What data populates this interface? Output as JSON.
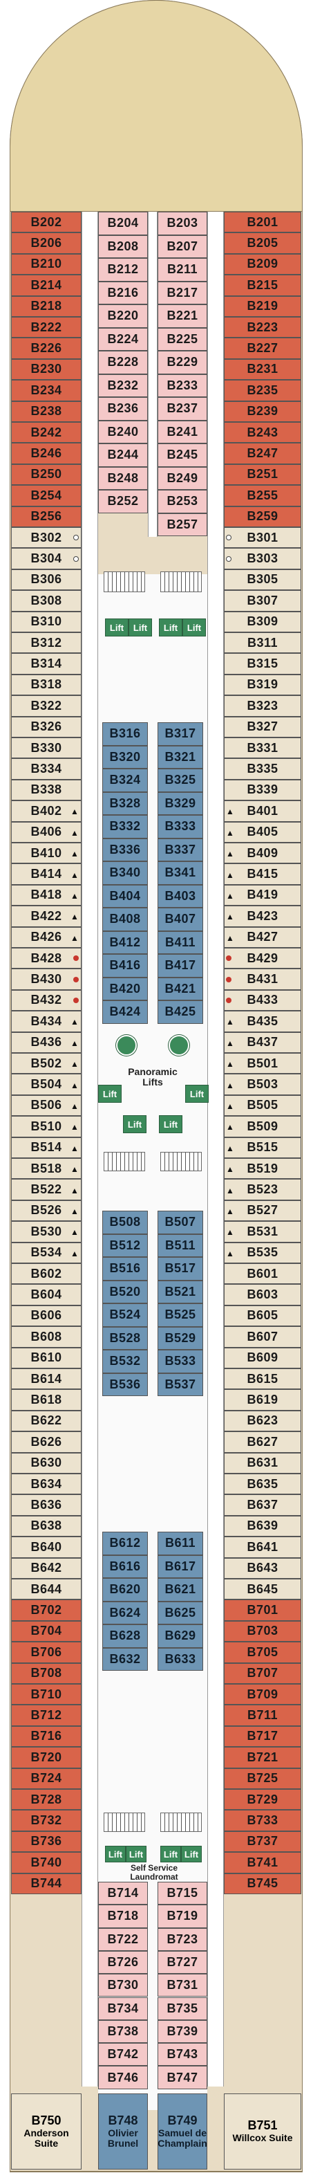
{
  "colors": {
    "red": "#d9644a",
    "pink": "#f4c8c8",
    "beige": "#ece3cf",
    "blue": "#6e95b4",
    "lift": "#3b8a5a",
    "bow": "#e6d6a6"
  },
  "outer_left": [
    {
      "n": "B202",
      "c": "red"
    },
    {
      "n": "B206",
      "c": "red"
    },
    {
      "n": "B210",
      "c": "red"
    },
    {
      "n": "B214",
      "c": "red"
    },
    {
      "n": "B218",
      "c": "red"
    },
    {
      "n": "B222",
      "c": "red"
    },
    {
      "n": "B226",
      "c": "red"
    },
    {
      "n": "B230",
      "c": "red"
    },
    {
      "n": "B234",
      "c": "red"
    },
    {
      "n": "B238",
      "c": "red"
    },
    {
      "n": "B242",
      "c": "red"
    },
    {
      "n": "B246",
      "c": "red"
    },
    {
      "n": "B250",
      "c": "red"
    },
    {
      "n": "B254",
      "c": "red"
    },
    {
      "n": "B256",
      "c": "red"
    },
    {
      "n": "B302",
      "c": "beige",
      "m": "open"
    },
    {
      "n": "B304",
      "c": "beige",
      "m": "open"
    },
    {
      "n": "B306",
      "c": "beige"
    },
    {
      "n": "B308",
      "c": "beige"
    },
    {
      "n": "B310",
      "c": "beige"
    },
    {
      "n": "B312",
      "c": "beige"
    },
    {
      "n": "B314",
      "c": "beige"
    },
    {
      "n": "B318",
      "c": "beige"
    },
    {
      "n": "B322",
      "c": "beige"
    },
    {
      "n": "B326",
      "c": "beige"
    },
    {
      "n": "B330",
      "c": "beige"
    },
    {
      "n": "B334",
      "c": "beige"
    },
    {
      "n": "B338",
      "c": "beige"
    },
    {
      "n": "B402",
      "c": "beige",
      "m": "tri"
    },
    {
      "n": "B406",
      "c": "beige",
      "m": "tri"
    },
    {
      "n": "B410",
      "c": "beige",
      "m": "tri"
    },
    {
      "n": "B414",
      "c": "beige",
      "m": "tri"
    },
    {
      "n": "B418",
      "c": "beige",
      "m": "tri"
    },
    {
      "n": "B422",
      "c": "beige",
      "m": "tri"
    },
    {
      "n": "B426",
      "c": "beige",
      "m": "tri"
    },
    {
      "n": "B428",
      "c": "beige",
      "m": "red"
    },
    {
      "n": "B430",
      "c": "beige",
      "m": "red"
    },
    {
      "n": "B432",
      "c": "beige",
      "m": "red"
    },
    {
      "n": "B434",
      "c": "beige",
      "m": "tri"
    },
    {
      "n": "B436",
      "c": "beige",
      "m": "tri"
    },
    {
      "n": "B502",
      "c": "beige",
      "m": "tri"
    },
    {
      "n": "B504",
      "c": "beige",
      "m": "tri"
    },
    {
      "n": "B506",
      "c": "beige",
      "m": "tri"
    },
    {
      "n": "B510",
      "c": "beige",
      "m": "tri"
    },
    {
      "n": "B514",
      "c": "beige",
      "m": "tri"
    },
    {
      "n": "B518",
      "c": "beige",
      "m": "tri"
    },
    {
      "n": "B522",
      "c": "beige",
      "m": "tri"
    },
    {
      "n": "B526",
      "c": "beige",
      "m": "tri"
    },
    {
      "n": "B530",
      "c": "beige",
      "m": "tri"
    },
    {
      "n": "B534",
      "c": "beige",
      "m": "tri"
    },
    {
      "n": "B602",
      "c": "beige"
    },
    {
      "n": "B604",
      "c": "beige"
    },
    {
      "n": "B606",
      "c": "beige"
    },
    {
      "n": "B608",
      "c": "beige"
    },
    {
      "n": "B610",
      "c": "beige"
    },
    {
      "n": "B614",
      "c": "beige"
    },
    {
      "n": "B618",
      "c": "beige"
    },
    {
      "n": "B622",
      "c": "beige"
    },
    {
      "n": "B626",
      "c": "beige"
    },
    {
      "n": "B630",
      "c": "beige"
    },
    {
      "n": "B634",
      "c": "beige"
    },
    {
      "n": "B636",
      "c": "beige"
    },
    {
      "n": "B638",
      "c": "beige"
    },
    {
      "n": "B640",
      "c": "beige"
    },
    {
      "n": "B642",
      "c": "beige"
    },
    {
      "n": "B644",
      "c": "beige"
    },
    {
      "n": "B702",
      "c": "red"
    },
    {
      "n": "B704",
      "c": "red"
    },
    {
      "n": "B706",
      "c": "red"
    },
    {
      "n": "B708",
      "c": "red"
    },
    {
      "n": "B710",
      "c": "red"
    },
    {
      "n": "B712",
      "c": "red"
    },
    {
      "n": "B716",
      "c": "red"
    },
    {
      "n": "B720",
      "c": "red"
    },
    {
      "n": "B724",
      "c": "red"
    },
    {
      "n": "B728",
      "c": "red"
    },
    {
      "n": "B732",
      "c": "red"
    },
    {
      "n": "B736",
      "c": "red"
    },
    {
      "n": "B740",
      "c": "red"
    },
    {
      "n": "B744",
      "c": "red"
    }
  ],
  "outer_right": [
    {
      "n": "B201",
      "c": "red"
    },
    {
      "n": "B205",
      "c": "red"
    },
    {
      "n": "B209",
      "c": "red"
    },
    {
      "n": "B215",
      "c": "red"
    },
    {
      "n": "B219",
      "c": "red"
    },
    {
      "n": "B223",
      "c": "red"
    },
    {
      "n": "B227",
      "c": "red"
    },
    {
      "n": "B231",
      "c": "red"
    },
    {
      "n": "B235",
      "c": "red"
    },
    {
      "n": "B239",
      "c": "red"
    },
    {
      "n": "B243",
      "c": "red"
    },
    {
      "n": "B247",
      "c": "red"
    },
    {
      "n": "B251",
      "c": "red"
    },
    {
      "n": "B255",
      "c": "red"
    },
    {
      "n": "B259",
      "c": "red"
    },
    {
      "n": "B301",
      "c": "beige",
      "m": "open"
    },
    {
      "n": "B303",
      "c": "beige",
      "m": "open"
    },
    {
      "n": "B305",
      "c": "beige"
    },
    {
      "n": "B307",
      "c": "beige"
    },
    {
      "n": "B309",
      "c": "beige"
    },
    {
      "n": "B311",
      "c": "beige"
    },
    {
      "n": "B315",
      "c": "beige"
    },
    {
      "n": "B319",
      "c": "beige"
    },
    {
      "n": "B323",
      "c": "beige"
    },
    {
      "n": "B327",
      "c": "beige"
    },
    {
      "n": "B331",
      "c": "beige"
    },
    {
      "n": "B335",
      "c": "beige"
    },
    {
      "n": "B339",
      "c": "beige"
    },
    {
      "n": "B401",
      "c": "beige",
      "m": "tri"
    },
    {
      "n": "B405",
      "c": "beige",
      "m": "tri"
    },
    {
      "n": "B409",
      "c": "beige",
      "m": "tri"
    },
    {
      "n": "B415",
      "c": "beige",
      "m": "tri"
    },
    {
      "n": "B419",
      "c": "beige",
      "m": "tri"
    },
    {
      "n": "B423",
      "c": "beige",
      "m": "tri"
    },
    {
      "n": "B427",
      "c": "beige",
      "m": "tri"
    },
    {
      "n": "B429",
      "c": "beige",
      "m": "red"
    },
    {
      "n": "B431",
      "c": "beige",
      "m": "red"
    },
    {
      "n": "B433",
      "c": "beige",
      "m": "red"
    },
    {
      "n": "B435",
      "c": "beige",
      "m": "tri"
    },
    {
      "n": "B437",
      "c": "beige",
      "m": "tri"
    },
    {
      "n": "B501",
      "c": "beige",
      "m": "tri"
    },
    {
      "n": "B503",
      "c": "beige",
      "m": "tri"
    },
    {
      "n": "B505",
      "c": "beige",
      "m": "tri"
    },
    {
      "n": "B509",
      "c": "beige",
      "m": "tri"
    },
    {
      "n": "B515",
      "c": "beige",
      "m": "tri"
    },
    {
      "n": "B519",
      "c": "beige",
      "m": "tri"
    },
    {
      "n": "B523",
      "c": "beige",
      "m": "tri"
    },
    {
      "n": "B527",
      "c": "beige",
      "m": "tri"
    },
    {
      "n": "B531",
      "c": "beige",
      "m": "tri"
    },
    {
      "n": "B535",
      "c": "beige",
      "m": "tri"
    },
    {
      "n": "B601",
      "c": "beige"
    },
    {
      "n": "B603",
      "c": "beige"
    },
    {
      "n": "B605",
      "c": "beige"
    },
    {
      "n": "B607",
      "c": "beige"
    },
    {
      "n": "B609",
      "c": "beige"
    },
    {
      "n": "B615",
      "c": "beige"
    },
    {
      "n": "B619",
      "c": "beige"
    },
    {
      "n": "B623",
      "c": "beige"
    },
    {
      "n": "B627",
      "c": "beige"
    },
    {
      "n": "B631",
      "c": "beige"
    },
    {
      "n": "B635",
      "c": "beige"
    },
    {
      "n": "B637",
      "c": "beige"
    },
    {
      "n": "B639",
      "c": "beige"
    },
    {
      "n": "B641",
      "c": "beige"
    },
    {
      "n": "B643",
      "c": "beige"
    },
    {
      "n": "B645",
      "c": "beige"
    },
    {
      "n": "B701",
      "c": "red"
    },
    {
      "n": "B703",
      "c": "red"
    },
    {
      "n": "B705",
      "c": "red"
    },
    {
      "n": "B707",
      "c": "red"
    },
    {
      "n": "B709",
      "c": "red"
    },
    {
      "n": "B711",
      "c": "red"
    },
    {
      "n": "B717",
      "c": "red"
    },
    {
      "n": "B721",
      "c": "red"
    },
    {
      "n": "B725",
      "c": "red"
    },
    {
      "n": "B729",
      "c": "red"
    },
    {
      "n": "B733",
      "c": "red"
    },
    {
      "n": "B737",
      "c": "red"
    },
    {
      "n": "B741",
      "c": "red"
    },
    {
      "n": "B745",
      "c": "red"
    }
  ],
  "inner_top_left": [
    "B204",
    "B208",
    "B212",
    "B216",
    "B220",
    "B224",
    "B228",
    "B232",
    "B236",
    "B240",
    "B244",
    "B248",
    "B252"
  ],
  "inner_top_right": [
    "B203",
    "B207",
    "B211",
    "B217",
    "B221",
    "B225",
    "B229",
    "B233",
    "B237",
    "B241",
    "B245",
    "B249",
    "B253",
    "B257"
  ],
  "block3_left": [
    "B316",
    "B320",
    "B324",
    "B328",
    "B332",
    "B336",
    "B340",
    "B404",
    "B408",
    "B412",
    "B416",
    "B420",
    "B424"
  ],
  "block3_right": [
    "B317",
    "B321",
    "B325",
    "B329",
    "B333",
    "B337",
    "B341",
    "B403",
    "B407",
    "B411",
    "B417",
    "B421",
    "B425"
  ],
  "block5_left": [
    "B508",
    "B512",
    "B516",
    "B520",
    "B524",
    "B528",
    "B532",
    "B536"
  ],
  "block5_right": [
    "B507",
    "B511",
    "B517",
    "B521",
    "B525",
    "B529",
    "B533",
    "B537"
  ],
  "block6_left": [
    "B612",
    "B616",
    "B620",
    "B624",
    "B628",
    "B632"
  ],
  "block6_right": [
    "B611",
    "B617",
    "B621",
    "B625",
    "B629",
    "B633"
  ],
  "block7_left": [
    "B714",
    "B718",
    "B722",
    "B726",
    "B730",
    "B734",
    "B738",
    "B742",
    "B746"
  ],
  "block7_right": [
    "B715",
    "B719",
    "B723",
    "B727",
    "B731",
    "B735",
    "B739",
    "B743",
    "B747"
  ],
  "lift_label": "Lift",
  "panoramic_label": "Panoramic Lifts",
  "laundromat_label": "Self Service Laundromat",
  "suites": [
    {
      "n": "B750",
      "name": "Anderson Suite"
    },
    {
      "n": "B748",
      "name": "Olivier Brunel"
    },
    {
      "n": "B749",
      "name": "Samuel de Champlain"
    },
    {
      "n": "B751",
      "name": "Willcox Suite"
    }
  ],
  "symbols": {
    "triangle": "▲"
  }
}
